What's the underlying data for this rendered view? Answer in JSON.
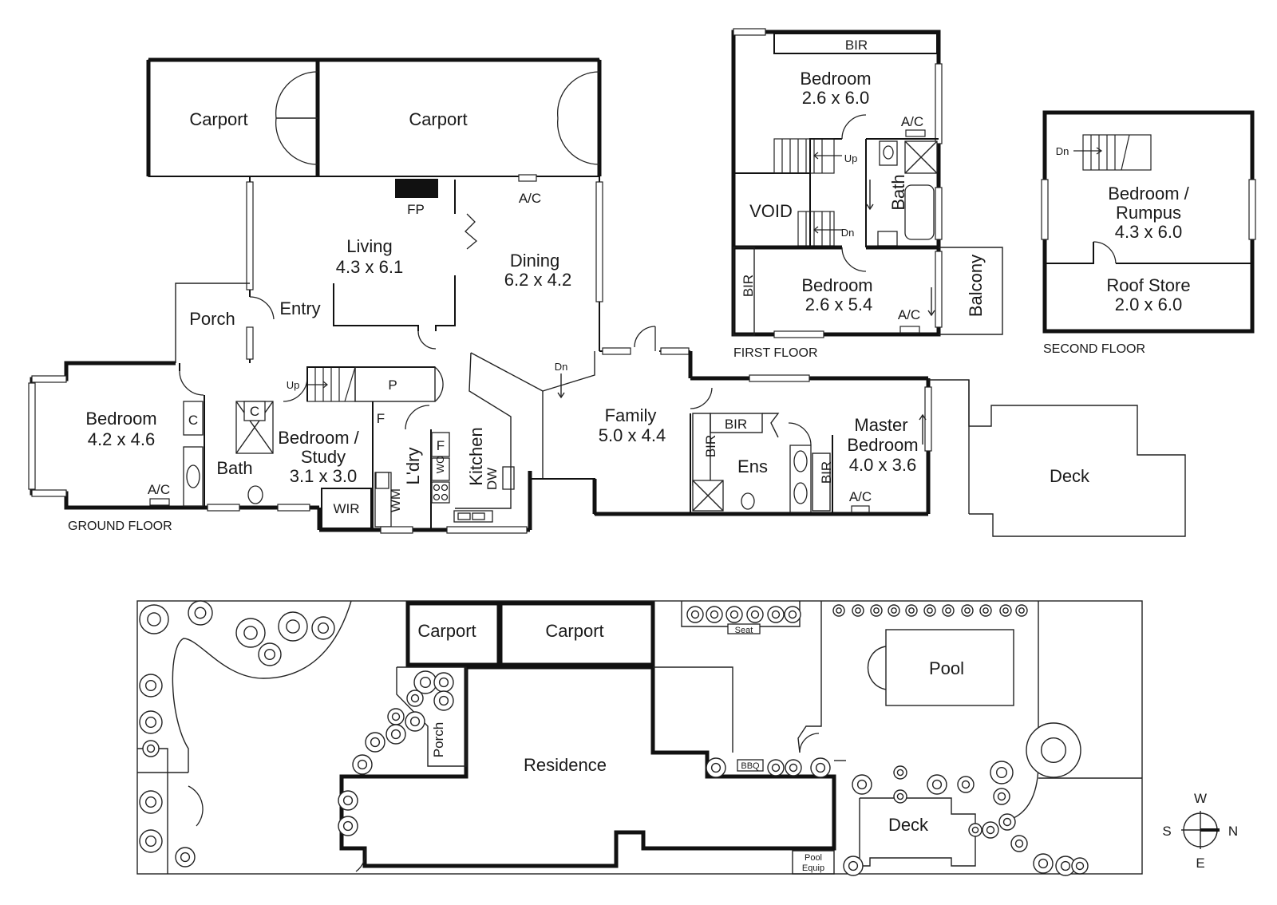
{
  "ground_floor": {
    "label": "GROUND FLOOR",
    "carport_left": "Carport",
    "carport_right": "Carport",
    "fp": "FP",
    "living_ac": "A/C",
    "living": {
      "name": "Living",
      "size": "4.3 x 6.1"
    },
    "dining": {
      "name": "Dining",
      "size": "6.2 x 4.2"
    },
    "porch": "Porch",
    "entry": "Entry",
    "bedroom": {
      "name": "Bedroom",
      "size": "4.2 x 4.6"
    },
    "bedroom_ac": "A/C",
    "bedroom_c": "C",
    "bath": "Bath",
    "bath_c": "C",
    "study": {
      "name": "Bedroom /",
      "name2": "Study",
      "size": "3.1 x 3.0"
    },
    "wir": "WIR",
    "up": "Up",
    "pantry": "P",
    "wm": "WM",
    "laundry_f": "F",
    "laundry": "L'dry",
    "kitchen_f": "F",
    "wo": "WO",
    "kitchen": "Kitchen",
    "dw": "DW",
    "dn": "Dn",
    "family": {
      "name": "Family",
      "size": "5.0 x 4.4"
    },
    "ensuite_bir": "BIR",
    "ensuite_bir_side": "BIR",
    "ensuite": "Ens",
    "master_bir": "BIR",
    "master": {
      "name": "Master",
      "name2": "Bedroom",
      "size": "4.0 x 3.6"
    },
    "master_ac": "A/C",
    "deck": "Deck"
  },
  "first_floor": {
    "label": "FIRST FLOOR",
    "bir_top": "BIR",
    "bedroom1": {
      "name": "Bedroom",
      "size": "2.6 x 6.0"
    },
    "ac_top": "A/C",
    "up": "Up",
    "void": "VOID",
    "bath": "Bath",
    "dn": "Dn",
    "bir_left": "BIR",
    "bedroom2": {
      "name": "Bedroom",
      "size": "2.6 x 5.4"
    },
    "ac_bottom": "A/C",
    "balcony": "Balcony"
  },
  "second_floor": {
    "label": "SECOND FLOOR",
    "dn": "Dn",
    "rumpus": {
      "name": "Bedroom /",
      "name2": "Rumpus",
      "size": "4.3 x 6.0"
    },
    "roof_store": {
      "name": "Roof Store",
      "size": "2.0 x 6.0"
    }
  },
  "site_plan": {
    "carport_left": "Carport",
    "carport_right": "Carport",
    "seat": "Seat",
    "pool": "Pool",
    "porch": "Porch",
    "residence": "Residence",
    "bbq": "BBQ",
    "deck": "Deck",
    "pool_equip_1": "Pool",
    "pool_equip_2": "Equip"
  },
  "compass": {
    "north": "N",
    "south": "S",
    "east": "E",
    "west": "W"
  }
}
